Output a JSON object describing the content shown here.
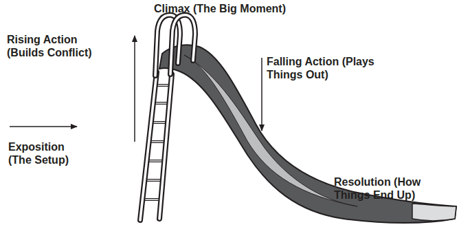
{
  "diagram": {
    "labels": [
      "Climax (The Big Moment)",
      "Rising Action (Builds Conflict)",
      "Falling Action (Plays Things Out)",
      "Exposition (The Setup)",
      "Resolution (How Things End Up)"
    ]
  }
}
